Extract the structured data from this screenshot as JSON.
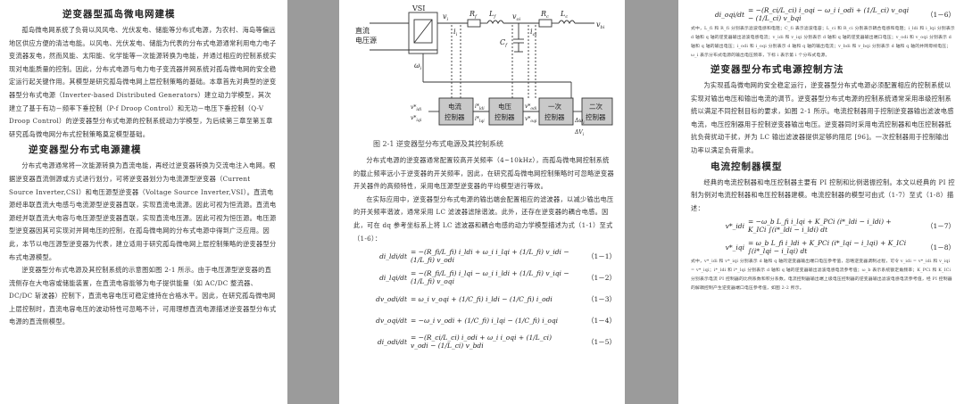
{
  "page1": {
    "heading1": "逆变器型孤岛微电网建模",
    "para1": "孤岛微电网系统了负荷以风风电、光伏发电、储能等分布式电源，为农村、海岛等偏远地区供应方便的清洁电能。以风电、光伏发电、储能为代表的分布式电源通常利用电力电子变流器发电，然而风能、太阳能、化学能等一次能源转换为电能，并通过相应的控制系统实现对电能质量的控制。因此，分布式电源与电力电子变流器并网系统对孤岛微电网的安全稳定运行起关键作用。其模型是研究孤岛微电网上层控制策略的基础。本章首先对典型的逆变器型分布式电源（Inverter-based Distributed Generators）建立动力学模型，其次建立了基于有功－频率下垂控制（P-f Droop Control）和无功－电压下垂控制（Q-V Droop Control）的逆变器型分布式电源的控制系统动力学模型，为后续第三章至第五章研究孤岛微电网分布式控制策略奠定模型基础。",
    "heading2": "逆变器型分布式电源建模",
    "para2": "分布式电源通常将一次能源转换为直流电能，再经过逆变器转换为交流电注入电网。根据逆变器直流侧源或方式进行划分，可将逆变器划分为电流源型逆变器（Current Source Inverter,CSI）和电压源型逆变器（Voltage Source Inverter,VSI）。直流电源经串联直流大电感与电流源型逆变器直联，实现直流电流源。因此可视为恒流源。直流电源经并联直流大电容与电压源型逆变器直联，实现直流电压源。因此可视为恒压源。电压源型逆变器因其可实现对并网电压的控制，在孤岛微电网的分布式电源中得到广泛应用。因此，本节以电压源型逆变器为代表，建立适用于研究孤岛微电网上层控制策略的逆变器型分布式电源模型。",
    "para3": "逆变器型分布式电源及其控制系统的示意图如图 2-1 所示。由于电压源型逆变器的直流侧存在大电容或储能装置，在直流电容能够为电子提供能量（如 AC/DC 整流器、DC/DC 斩波器）控制下，直流电容电压可稳定维持在合格水平。因此，在研究孤岛微电网上层控制时，直流电容电压的波动特性可忽略不计，可用理想直流电源描述逆变器型分布式电源的直流侧模型。"
  },
  "page2": {
    "diagram": {
      "dc_source_label1": "直流",
      "dc_source_label2": "电压源",
      "vsi": "VSI",
      "vi": "v",
      "vi_sub": "i",
      "ii": "i",
      "ii_sub": "i",
      "rf": "R",
      "rf_sub": "f",
      "lf": "L",
      "lf_sub": "f",
      "vo": "v",
      "vo_sub": "oi",
      "cf": "C",
      "cf_sub": "f",
      "io": "i",
      "io_sub": "oi",
      "rc": "R",
      "rc_sub": "c",
      "lc": "L",
      "lc_sub": "c",
      "vb": "v",
      "vb_sub": "bi",
      "omega": "ω",
      "omega_sub": "i",
      "block1a": "电流",
      "block1b": "控制器",
      "block2a": "电压",
      "block2b": "控制器",
      "block3a": "一次",
      "block3b": "控制器",
      "block4a": "二次",
      "block4b": "控制器",
      "vrefd": "v*",
      "vrefd_sub": "idi",
      "vrefq": "v*",
      "vrefq_sub": "iqi",
      "irefd": "i*",
      "irefd_sub": "ldi",
      "irefq": "i*",
      "irefq_sub": "lqi",
      "vodref": "v*",
      "vodref_sub": "odi",
      "voqref": "v*",
      "voqref_sub": "oqi",
      "dw": "Δω",
      "dw_sub": "i",
      "dv": "ΔV",
      "dv_sub": "i"
    },
    "caption": "图 2-1  逆变器型分布式电源及其控制系统",
    "para1": "分布式电源的逆变器通常配置较高开关频率（4~10kHz），而孤岛微电网控制系统的截止频率远小于逆变器的开关频率，因此，在研究孤岛微电网控制策略时可忽略逆变器开关器件的高频特性，采用电压源型逆变器的平均模型进行等效。",
    "para2": "在实际应用中，逆变器型分布式电源的输出端会配置相应的滤波器，以减少输出电压的开关频率谐波，通常采用 LC 滤波器滤除谐波。此外，还存在逆变器的耦合电感。因此，可在 dq 参考坐标系上将 LC 滤波器和耦合电感的动力学模型描述为式（1-1）至式（1-6）：",
    "equations": [
      {
        "lhs": "di_ldi/dt",
        "rhs": "= −(R_fi/L_fi) i_ldi + ω_i i_lqi + (1/L_fi) v_idi − (1/L_fi) v_odi",
        "no": "（1－1）"
      },
      {
        "lhs": "di_lqi/dt",
        "rhs": "= −(R_fi/L_fi) i_lqi − ω_i i_ldi + (1/L_fi) v_iqi − (1/L_fi) v_oqi",
        "no": "（1－2）"
      },
      {
        "lhs": "dv_odi/dt",
        "rhs": "= ω_i v_oqi + (1/C_fi) i_ldi − (1/C_fi) i_odi",
        "no": "（1－3）"
      },
      {
        "lhs": "dv_oqi/dt",
        "rhs": "= −ω_i v_odi + (1/C_fi) i_lqi − (1/C_fi) i_oqi",
        "no": "（1－4）"
      },
      {
        "lhs": "di_odi/dt",
        "rhs": "= −(R_ci/L_ci) i_odi + ω_i i_oqi + (1/L_ci) v_odi − (1/L_ci) v_bdi",
        "no": "（1－5）"
      }
    ]
  },
  "page3": {
    "eq6": {
      "lhs": "di_oqi/dt",
      "rhs": "= −(R_ci/L_ci) i_oqi − ω_i i_odi + (1/L_ci) v_oqi − (1/L_ci) v_bqi",
      "no": "（1－6）"
    },
    "note1": "式中，L_fi 和 R_fi 分别表示滤波电感和电阻；C_fi 表示滤波电容；L_ci 和 R_ci 分别表示耦合电感和电阻；i_ldi 和 i_lqi 分别表示 d 轴和 q 轴的逆变器输出滤波电感电流；v_idi 和 v_iqi 分别表示 d 轴和 q 轴的逆变器输出端口电压；v_odi 和 v_oqi 分别表示 d 轴和 q 轴的输出电压；i_odi 和 i_oqi 分别表示 d 轴和 q 轴的输出电流；v_bdi 和 v_bqi 分别表示 d 轴和 q 轴的并网母线电压；ω_i 表示分布式电源的输出电压频率，下标 i 表示第 i 个分布式电源。",
    "heading1": "逆变器型分布式电源控制方法",
    "para1": "为实现孤岛微电网的安全稳定运行，逆变器型分布式电源必须配置相应的控制系统以实现对输出电压和输出电流的调节。逆变器型分布式电源的控制系统通常采用串级控制系统以满足不同控制目标的要求，如图 2-1 所示。电流控制器用于控制逆变器输出滤波电感电流，电压控制器用于控制逆变器输出电压。逆变器同时采用电流控制器和电压控制器抵抗负荷扰动干扰，并为 LC 输出滤波器提供足够的阻尼 [96]。一次控制器用于控制输出功率以满足负荷需求。",
    "heading2": "电流控制器模型",
    "para2": "经典的电流控制器和电压控制器主要有 PI 控制和比例谐振控制。本文以经典的 PI 控制为例对电流控制器和电压控制器建模。电流控制器的模型可由式（1-7）至式（1-8）描述：",
    "eq7": {
      "lhs": "v*_idi",
      "rhs": "= −ω_b L_fi i_lqi + K_PCi (i*_ldi − i_ldi) + K_ICi ∫(i*_ldi − i_ldi) dt",
      "no": "（1－7）"
    },
    "eq8": {
      "lhs": "v*_iqi",
      "rhs": "= ω_b L_fi i_ldi + K_PCi (i*_lqi − i_lqi) + K_ICi ∫(i*_lqi − i_lqi) dt",
      "no": "（1－8）"
    },
    "note2": "式中，v*_idi 和 v*_iqi 分别表示 d 轴和 q 轴的逆变器输出端口电压参考值，忽略逆变器调制过程，可令 v_idi = v*_idi 和 v_iqi = v*_iqi；i*_ldi 和 i*_lqi 分别表示 d 轴和 q 轴的逆变器输出滤波电感电流参考值；ω_b 表示系统额定角频率；K_PCi 和 K_ICi 分别表示电流 PI 控制器的比例系数和积分系数。电流控制器输出端上级电压控制器的逆变器输出滤波电感电流参考值，经 PI 控制器的解耦控制产生逆变器端口电压参考值，如图 2-2 所示。"
  }
}
